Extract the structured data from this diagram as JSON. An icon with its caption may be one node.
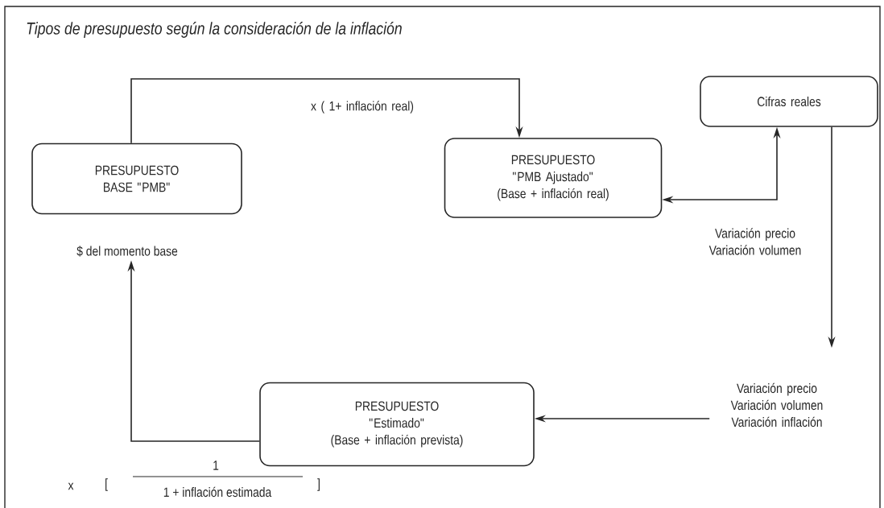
{
  "diagram": {
    "title": "Tipos de presupuesto según la consideración de la inflación",
    "nodes": [
      {
        "text": [
          "PRESUPUESTO",
          "BASE \"PMB\""
        ],
        "beside": [
          "$ del momento base"
        ]
      },
      {
        "text": [
          "PRESUPUESTO",
          "\"PMB Ajustado\"",
          "(Base + inflación real)"
        ]
      },
      {
        "text": [
          "Cifras reales"
        ]
      },
      {
        "text": [
          "Variación precio Variación volumen Variación inflación"
        ]
      },
      {
        "text": [
          "PRESUPUESTO",
          "\"Estimado\"",
          "(Base + inflación prevista)"
        ]
      }
    ],
    "edges": [
      {
        "from": 0,
        "to": 1,
        "arrow": "to",
        "label": "x ( 1+ inflación real)"
      },
      {
        "from": 1,
        "to": 2,
        "arrow": "both",
        "label": "Variación precio Variación volumen"
      },
      {
        "from": 2,
        "to": 3,
        "arrow": "to"
      },
      {
        "from": 3,
        "to": 4,
        "arrow": "to"
      },
      {
        "from": 4,
        "to": 0,
        "arrow": "to"
      }
    ],
    "labels": [
      "x",
      "[",
      "1",
      "1 + inflación estimada",
      "]"
    ]
  }
}
